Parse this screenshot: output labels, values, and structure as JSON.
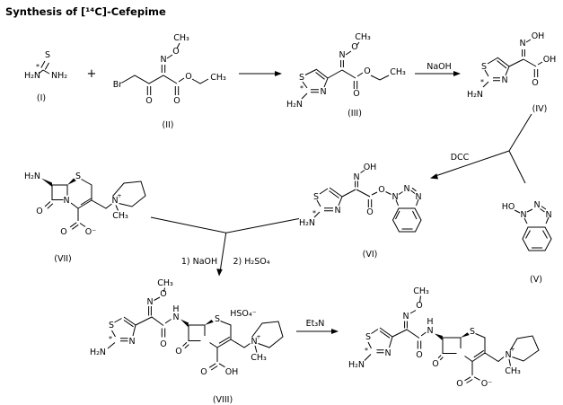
{
  "title": "Synthesis of [¹⁴C]-Cefepime",
  "operators": {
    "plus": "+"
  },
  "reagents": {
    "naoh": "NaOH",
    "dcc": "DCC",
    "step1": "1) NaOH",
    "step2": "2) H₂SO₄",
    "et3n": "Et₃N"
  },
  "counterion": "HSO₄⁻",
  "compound_labels": {
    "i": "(I)",
    "ii": "(II)",
    "iii": "(III)",
    "iv": "(IV)",
    "v": "(V)",
    "vi": "(VI)",
    "vii": "(VII)",
    "viii": "(VIII)"
  },
  "atoms": {
    "s": "S",
    "n": "N",
    "o": "O",
    "h": "H",
    "br": "Br",
    "oh": "OH",
    "ho": "HO",
    "h2n": "H₂N",
    "nh2": "NH₂",
    "ch3": "CH₃",
    "o_minus": "O⁻",
    "isotope_star": "*",
    "charge_plus": "+"
  },
  "colors": {
    "ink": "#000000",
    "background": "#ffffff"
  }
}
